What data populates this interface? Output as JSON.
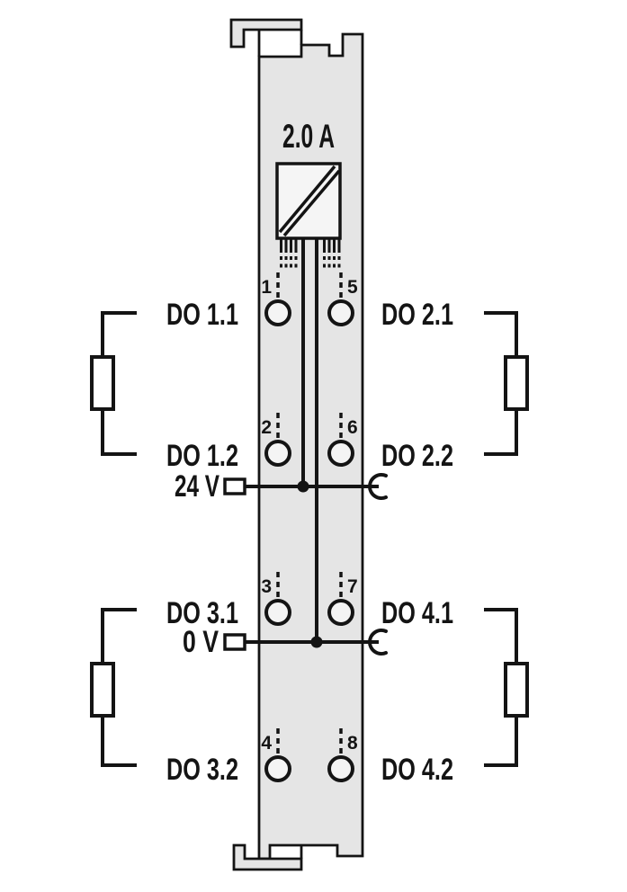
{
  "fuse": {
    "rating": "2.0 A"
  },
  "power": {
    "supply_label": "24 V",
    "ground_label": "0 V"
  },
  "terminals": {
    "left": [
      {
        "number": "1",
        "label": "DO 1.1"
      },
      {
        "number": "2",
        "label": "DO 1.2"
      },
      {
        "number": "3",
        "label": "DO 3.1"
      },
      {
        "number": "4",
        "label": "DO 3.2"
      }
    ],
    "right": [
      {
        "number": "5",
        "label": "DO 2.1"
      },
      {
        "number": "6",
        "label": "DO 2.2"
      },
      {
        "number": "7",
        "label": "DO 4.1"
      },
      {
        "number": "8",
        "label": "DO 4.2"
      }
    ]
  },
  "colors": {
    "module_body": "#e5e5e5",
    "stroke": "#141414",
    "background": "#ffffff"
  }
}
